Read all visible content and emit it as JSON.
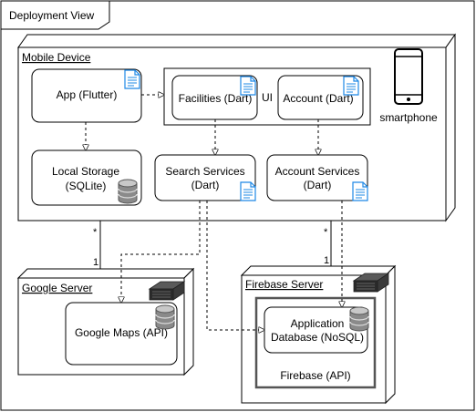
{
  "frame": {
    "title": "Deployment View"
  },
  "nodes": {
    "mobile": {
      "label": "Mobile Device",
      "device_label": "smartphone"
    },
    "google": {
      "label": "Google Server"
    },
    "firebase": {
      "label": "Firebase Server",
      "inner_label": "Firebase (API)"
    }
  },
  "components": {
    "app": "App (Flutter)",
    "ui_group": "UI",
    "facilities": "Facilities (Dart)",
    "account": "Account (Dart)",
    "local_storage": {
      "line1": "Local Storage",
      "line2": "(SQLite)"
    },
    "search_services": {
      "line1": "Search Services",
      "line2": "(Dart)"
    },
    "account_services": {
      "line1": "Account Services",
      "line2": "(Dart)"
    },
    "google_maps": "Google Maps (API)",
    "app_database": {
      "line1": "Application",
      "line2": "Database (NoSQL)"
    }
  },
  "multiplicities": {
    "mobile_google_top": "*",
    "mobile_google_bottom": "1",
    "mobile_firebase_top": "*",
    "mobile_firebase_bottom": "1"
  },
  "icons": {
    "document": "document-icon",
    "database": "database-icon",
    "server": "server-icon",
    "phone": "smartphone-icon"
  },
  "colors": {
    "stroke": "#000000",
    "doc_blue": "#1e88e5",
    "db_gray": "#6b6b6b",
    "server_dark": "#2b2b2b"
  }
}
